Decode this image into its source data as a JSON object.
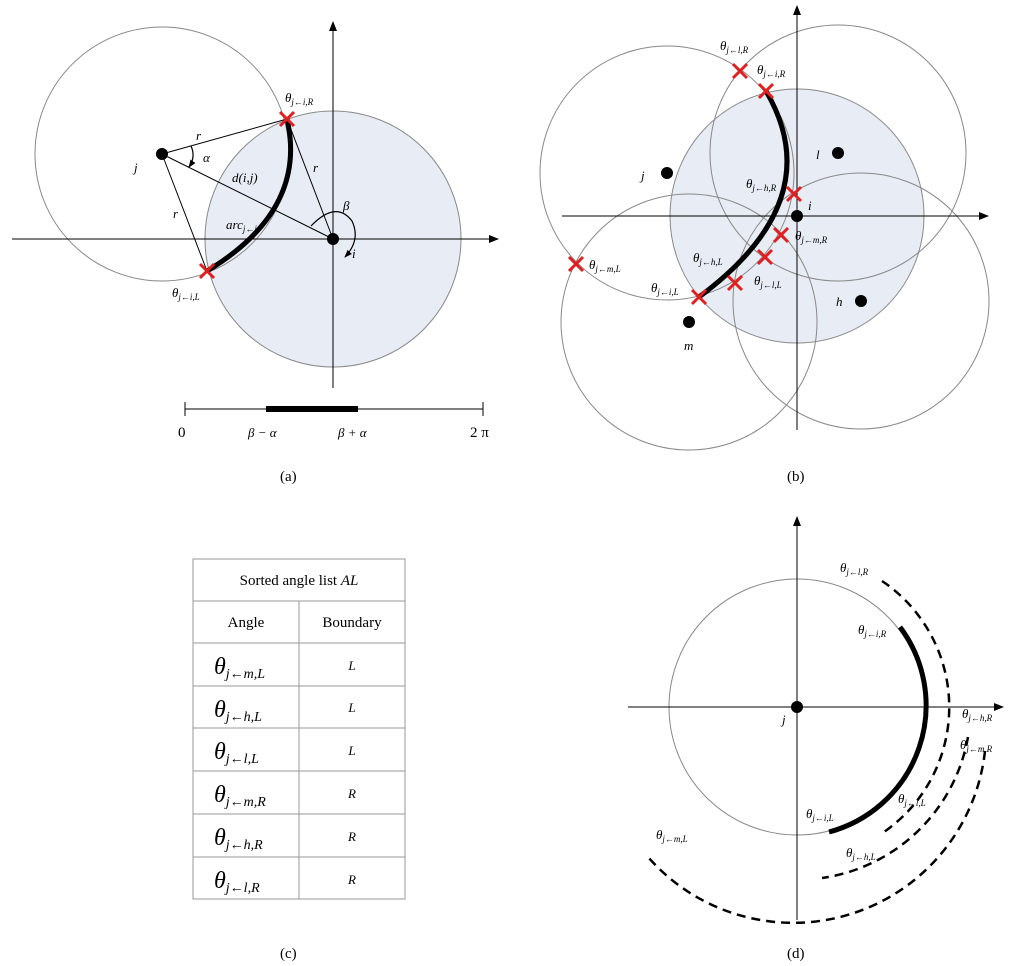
{
  "panel_a": {
    "caption": "(a)",
    "labels": {
      "j": "j",
      "i": "i",
      "r1": "r",
      "r2": "r",
      "r3": "r",
      "alpha": "α",
      "beta": "β",
      "dij": "d(i,j)",
      "arc": "arc",
      "arc_sub": "j←i",
      "theta_R_sub": "j←i,R",
      "theta_L_sub": "j←i,L"
    },
    "scale": {
      "start": "0",
      "left": "β − α",
      "right": "β + α",
      "end": "2 π"
    }
  },
  "panel_b": {
    "caption": "(b)",
    "nodes": {
      "j": "j",
      "i": "i",
      "l": "l",
      "h": "h",
      "m": "m"
    },
    "theta_subs": {
      "lR": "j←l,R",
      "iR": "j←i,R",
      "hR": "j←h,R",
      "mR": "j←m,R",
      "hL": "j←h,L",
      "lL": "j←l,L",
      "iL": "j←i,L",
      "mL": "j←m,L"
    }
  },
  "panel_c": {
    "caption": "(c)",
    "title_prefix": "Sorted angle list ",
    "title_var": "AL",
    "headers": [
      "Angle",
      "Boundary"
    ],
    "rows": [
      {
        "angle_sub": "j←m,L",
        "boundary": "L"
      },
      {
        "angle_sub": "j←h,L",
        "boundary": "L"
      },
      {
        "angle_sub": "j←l,L",
        "boundary": "L"
      },
      {
        "angle_sub": "j←m,R",
        "boundary": "R"
      },
      {
        "angle_sub": "j←h,R",
        "boundary": "R"
      },
      {
        "angle_sub": "j←l,R",
        "boundary": "R"
      }
    ]
  },
  "panel_d": {
    "caption": "(d)",
    "center": "j",
    "theta_subs": {
      "lR": "j←l,R",
      "iR": "j←i,R",
      "hR": "j←h,R",
      "mR": "j←m,R",
      "iL": "j←i,L",
      "lL": "j←l,L",
      "hL": "j←h,L",
      "mL": "j←m,L"
    }
  },
  "theta_symbol": "θ",
  "colors": {
    "region_fill": "#e8ecf5",
    "cross": "#e02020",
    "circle": "#888888"
  }
}
